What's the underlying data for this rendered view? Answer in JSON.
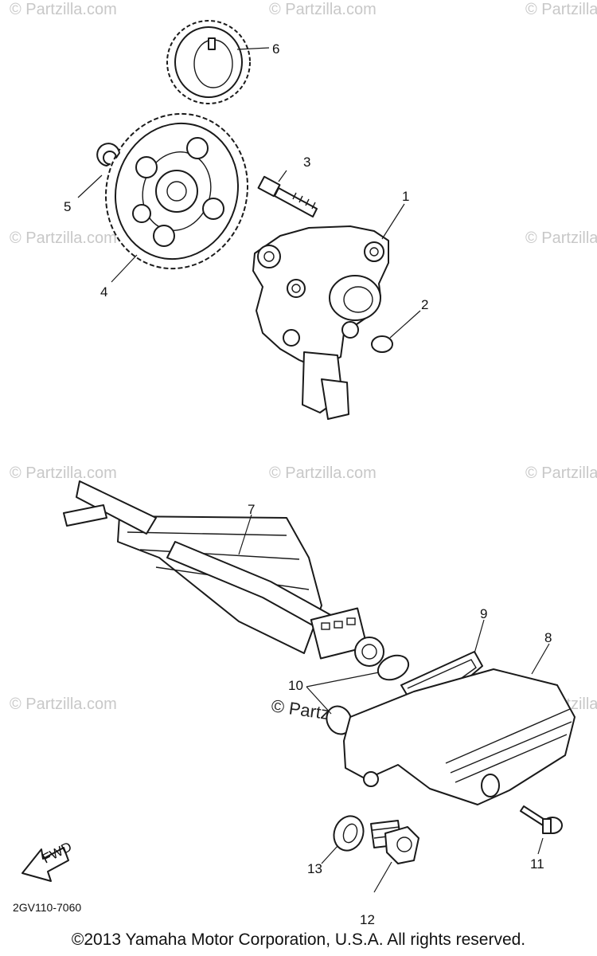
{
  "watermark": "© Partzilla.com",
  "callouts": {
    "c1": "1",
    "c2": "2",
    "c3": "3",
    "c4": "4",
    "c5": "5",
    "c6": "6",
    "c7": "7",
    "c8": "8",
    "c9": "9",
    "c10": "10",
    "c11": "11",
    "c12": "12",
    "c13": "13"
  },
  "forward_label": "FWD",
  "reference_code": "2GV110-7060",
  "copyright": "©2013  Yamaha Motor Corporation, U.S.A. All rights reserved."
}
